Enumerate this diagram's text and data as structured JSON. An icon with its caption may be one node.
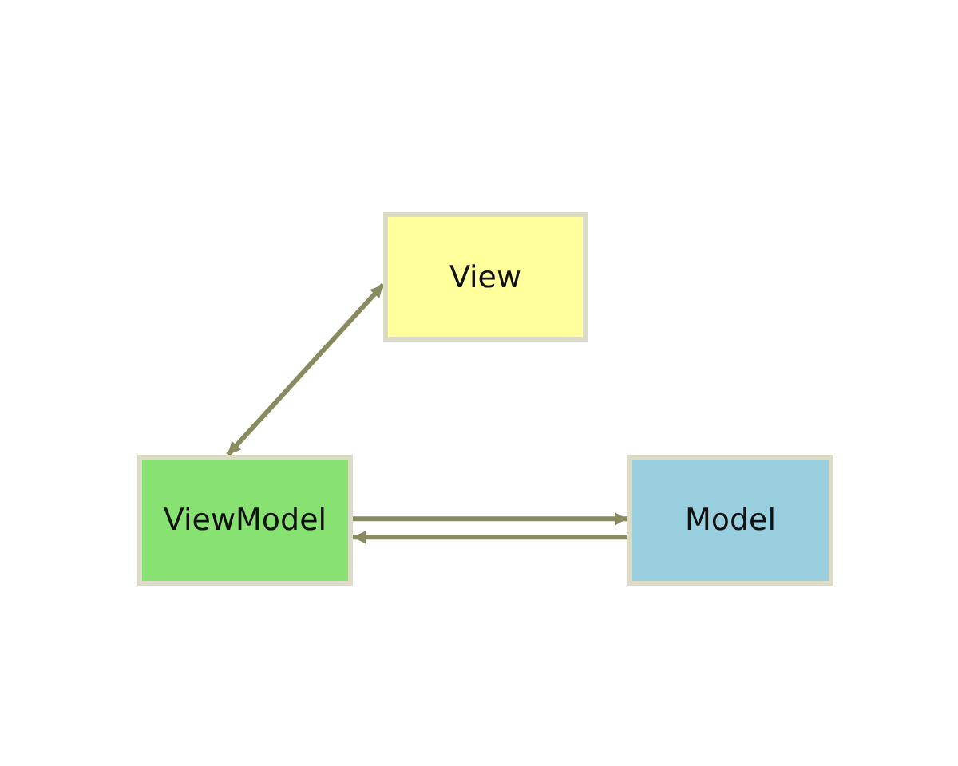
{
  "diagram": {
    "nodes": [
      {
        "text": [
          "View"
        ]
      },
      {
        "text": [
          "ViewModel"
        ]
      },
      {
        "text": [
          "Model"
        ]
      }
    ],
    "edges": [
      {
        "from": 1,
        "to": 0,
        "arrow": "both"
      },
      {
        "from": 1,
        "to": 2,
        "arrow": "to"
      },
      {
        "from": 2,
        "to": 1,
        "arrow": "to"
      }
    ]
  }
}
